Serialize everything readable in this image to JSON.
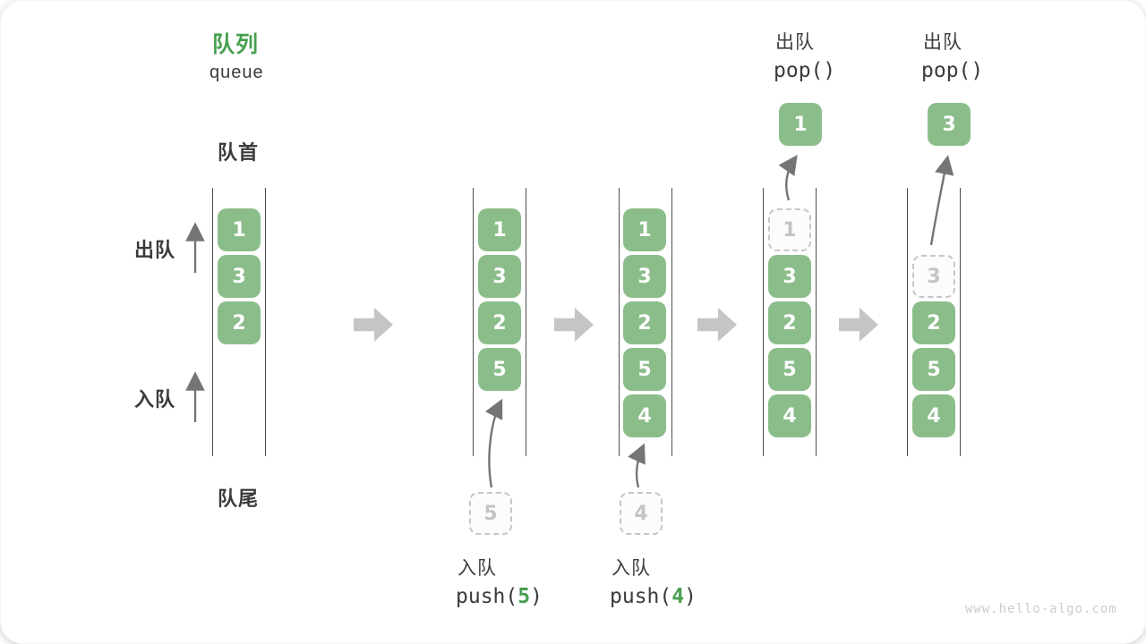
{
  "title": {
    "zh": "队列",
    "en": "queue"
  },
  "side_labels": {
    "front": "队首",
    "rear": "队尾",
    "dequeue_direction": "出队",
    "enqueue_direction": "入队"
  },
  "states": [
    {
      "boxes": [
        {
          "v": "1"
        },
        {
          "v": "3"
        },
        {
          "v": "2"
        }
      ]
    },
    {
      "boxes": [
        {
          "v": "1"
        },
        {
          "v": "3"
        },
        {
          "v": "2"
        },
        {
          "v": "5"
        }
      ],
      "staged": "5"
    },
    {
      "boxes": [
        {
          "v": "1"
        },
        {
          "v": "3"
        },
        {
          "v": "2"
        },
        {
          "v": "5"
        },
        {
          "v": "4"
        }
      ],
      "staged": "4"
    },
    {
      "ghost": "1",
      "boxes": [
        {
          "v": "3"
        },
        {
          "v": "2"
        },
        {
          "v": "5"
        },
        {
          "v": "4"
        }
      ],
      "popped": "1"
    },
    {
      "ghost": "3",
      "boxes": [
        {
          "v": "2"
        },
        {
          "v": "5"
        },
        {
          "v": "4"
        }
      ],
      "popped": "3"
    }
  ],
  "operations": {
    "push5": {
      "label": "入队",
      "code_pre": "push(",
      "code_arg": "5",
      "code_post": ")"
    },
    "push4": {
      "label": "入队",
      "code_pre": "push(",
      "code_arg": "4",
      "code_post": ")"
    },
    "pop_first": {
      "label": "出队",
      "code": "pop()"
    },
    "pop_second": {
      "label": "出队",
      "code": "pop()"
    }
  },
  "watermark": "www.hello-algo.com",
  "colors": {
    "accent_green": "#47A04F",
    "box_green": "#8BBD8B",
    "big_arrow_gray": "#C5C5C5",
    "thin_arrow_gray": "#757575",
    "wall_gray": "#4D4D4D",
    "text_dark": "#3B3B3B",
    "muted_gray": "#C4C4C4"
  }
}
